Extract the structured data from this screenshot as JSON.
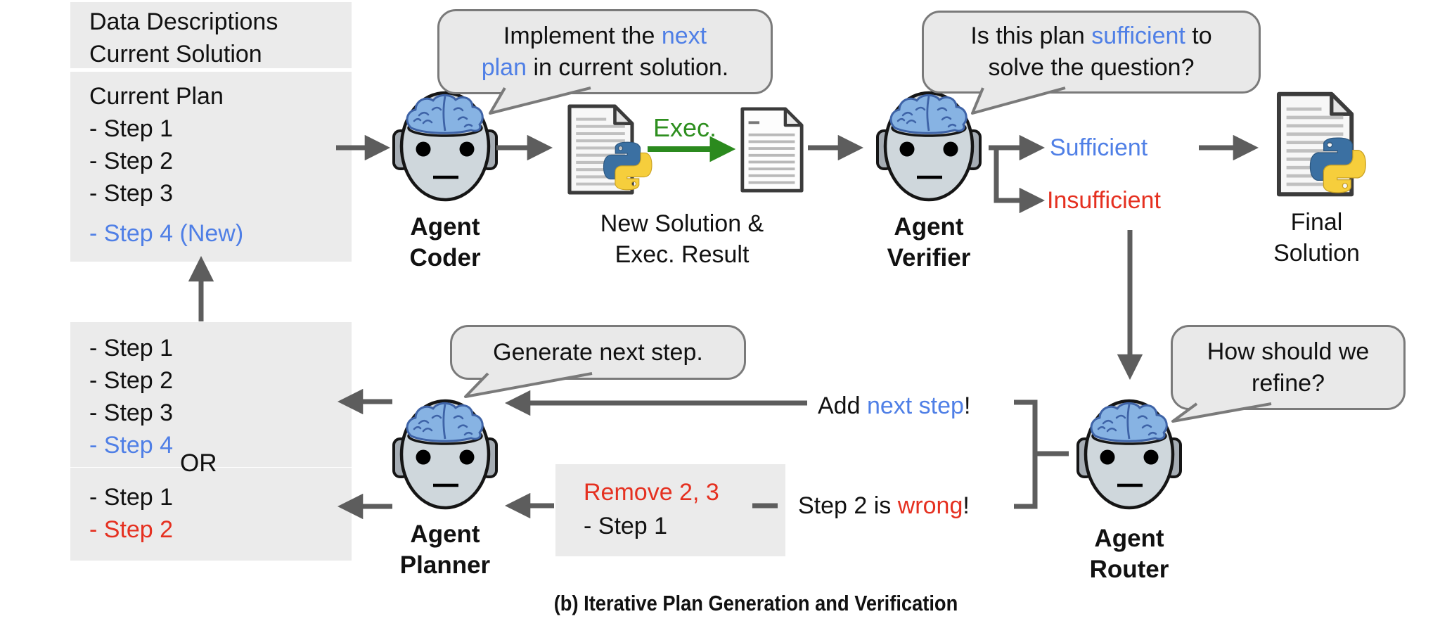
{
  "colors": {
    "accent_blue": "#4f7fe6",
    "accent_red": "#e53020",
    "exec_green": "#2e8f1f",
    "arrow_gray": "#5d5d5d",
    "box_bg": "#ebebeb",
    "bubble_bg": "#e9e9e9"
  },
  "caption": "(b) Iterative Plan Generation and Verification",
  "context_box": {
    "lines": [
      [
        {
          "t": "Data Descriptions"
        }
      ],
      [
        {
          "t": "Current Solution"
        }
      ]
    ]
  },
  "plan_box": {
    "lines": [
      [
        {
          "t": "Current Plan"
        }
      ],
      [
        {
          "t": "- Step 1"
        }
      ],
      [
        {
          "t": "- Step 2"
        }
      ],
      [
        {
          "t": "- Step 3"
        }
      ]
    ]
  },
  "new_step_box": {
    "lines": [
      [
        {
          "t": "- Step 4 (New)",
          "c": "blue"
        }
      ]
    ]
  },
  "plan_option_a_box": {
    "lines": [
      [
        {
          "t": "- Step 1"
        }
      ],
      [
        {
          "t": "- Step 2"
        }
      ],
      [
        {
          "t": "- Step 3"
        }
      ],
      [
        {
          "t": "- Step 4",
          "c": "blue"
        }
      ]
    ]
  },
  "or_label": "OR",
  "plan_option_b_box": {
    "lines": [
      [
        {
          "t": "- Step 1"
        }
      ],
      [
        {
          "t": "- Step 2",
          "c": "red"
        }
      ]
    ]
  },
  "remove_box": {
    "lines": [
      [
        {
          "t": "Remove 2, 3",
          "c": "red"
        }
      ],
      [
        {
          "t": "- Step 1"
        }
      ]
    ]
  },
  "agents": {
    "coder": {
      "label_line1": "Agent",
      "label_line2": "Coder"
    },
    "verifier": {
      "label_line1": "Agent",
      "label_line2": "Verifier"
    },
    "planner": {
      "label_line1": "Agent",
      "label_line2": "Planner"
    },
    "router": {
      "label_line1": "Agent",
      "label_line2": "Router"
    }
  },
  "bubbles": {
    "coder": {
      "line1": [
        {
          "t": "Implement the "
        },
        {
          "t": "next",
          "c": "blue"
        }
      ],
      "line2": [
        {
          "t": "plan",
          "c": "blue"
        },
        {
          "t": " in current solution."
        }
      ]
    },
    "verifier": {
      "line1": [
        {
          "t": "Is this plan "
        },
        {
          "t": "sufficient",
          "c": "blue"
        },
        {
          "t": " to"
        }
      ],
      "line2": [
        {
          "t": "solve the question?"
        }
      ]
    },
    "planner": {
      "line1": [
        {
          "t": "Generate next step."
        }
      ]
    },
    "router": {
      "line1": [
        {
          "t": "How should we"
        }
      ],
      "line2": [
        {
          "t": "refine?"
        }
      ]
    }
  },
  "labels": {
    "exec": "Exec.",
    "new_solution_line1": "New Solution &",
    "new_solution_line2": "Exec. Result",
    "final_line1": "Final",
    "final_line2": "Solution",
    "sufficient": [
      {
        "t": "Sufficient",
        "c": "blue"
      }
    ],
    "insufficient": [
      {
        "t": "Insufficient",
        "c": "red"
      }
    ],
    "add_next_step": [
      {
        "t": "Add "
      },
      {
        "t": "next step",
        "c": "blue"
      },
      {
        "t": "!"
      }
    ],
    "step2_wrong": [
      {
        "t": "Step 2 is "
      },
      {
        "t": "wrong",
        "c": "red"
      },
      {
        "t": "!"
      }
    ]
  }
}
